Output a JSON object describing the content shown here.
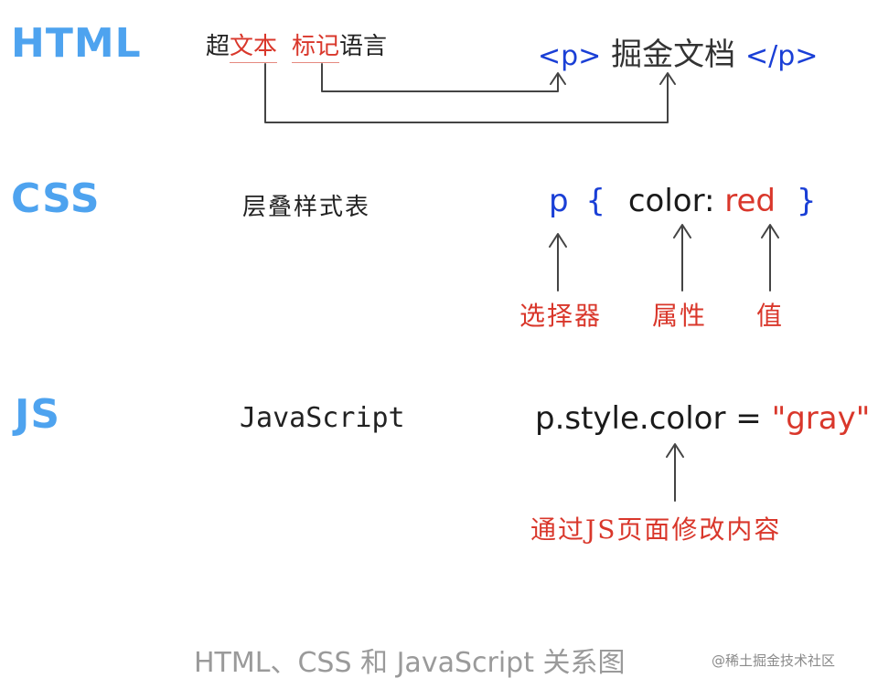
{
  "rows": {
    "html": {
      "label": "HTML",
      "desc_prefix": "超",
      "desc_word1": "文本",
      "desc_word2": "标记",
      "desc_suffix": "语言",
      "code_open": "<p>",
      "code_text": "掘金文档",
      "code_close": "</p>"
    },
    "css": {
      "label": "CSS",
      "desc": "层叠样式表",
      "code_selector": "p",
      "code_brace_open": "{",
      "code_property": "color:",
      "code_value": "red",
      "code_brace_close": "}",
      "ann_selector": "选择器",
      "ann_property": "属性",
      "ann_value": "值"
    },
    "js": {
      "label": "JS",
      "desc": "JavaScript",
      "code_expr": "p.style.color = ",
      "code_string": "\"gray\"",
      "ann": "通过JS页面修改内容"
    }
  },
  "caption": "HTML、CSS 和 JavaScript 关系图",
  "watermark": "@稀土掘金技术社区",
  "colors": {
    "label_blue": "#4ea3ef",
    "code_blue": "#1a3fd6",
    "annotation_red": "#d9372b",
    "caption_gray": "#9a9a9a"
  }
}
